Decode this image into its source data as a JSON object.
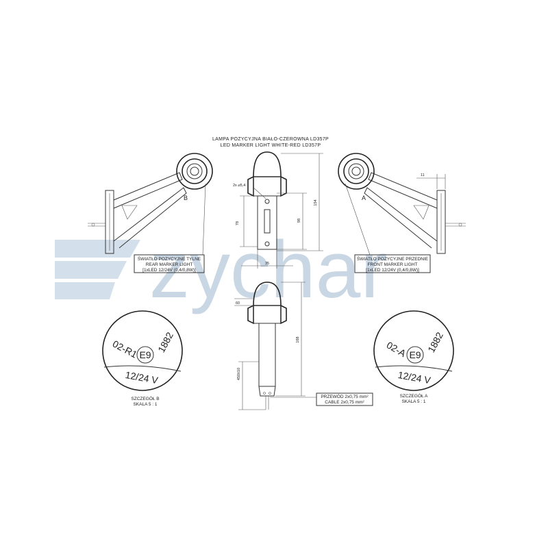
{
  "title": {
    "line1": "LAMPA POZYCYJNA BIAŁO-CZEROWNA LD357P",
    "line2": "LED MARKER LIGHT WHITE-RED LD357P"
  },
  "watermark": {
    "text": "zychar",
    "color": "#c9d6e3"
  },
  "views": {
    "rear": {
      "letter": "B",
      "label_pl": "ŚWIATŁO POZYCYJNE TYLNE",
      "label_en": "REAR MARKER LIGHT",
      "spec": "[1xLED 12/24V (0,4/0,8W)]"
    },
    "front": {
      "letter": "A",
      "label_pl": "ŚWIATŁO POZYCYJNE PRZEDNIE",
      "label_en": "FRONT MARKER LIGHT",
      "spec": "[1xLED 12/24V (0,4/0,8W)]"
    }
  },
  "dimensions": {
    "d1": "2x ⌀5,4",
    "d2": "78",
    "d3": "98",
    "d4": "154",
    "d5": "35",
    "d6": "60",
    "d7": "168",
    "d8": "450±10",
    "d9": "11"
  },
  "cable": {
    "pl": "PRZEWÓD 2x0,75 mm²",
    "en": "CABLE 2x0,75 mm²"
  },
  "details": {
    "b": {
      "code": "02-R1",
      "mark": "E9",
      "number": "1882",
      "voltage": "12/24 V",
      "title": "SZCZEGÓŁ B",
      "scale": "SKALA 5 : 1"
    },
    "a": {
      "code": "02-A",
      "mark": "E9",
      "number": "1882",
      "voltage": "12/24 V",
      "title": "SZCZEGÓŁ A",
      "scale": "SKALA 5 : 1"
    }
  }
}
